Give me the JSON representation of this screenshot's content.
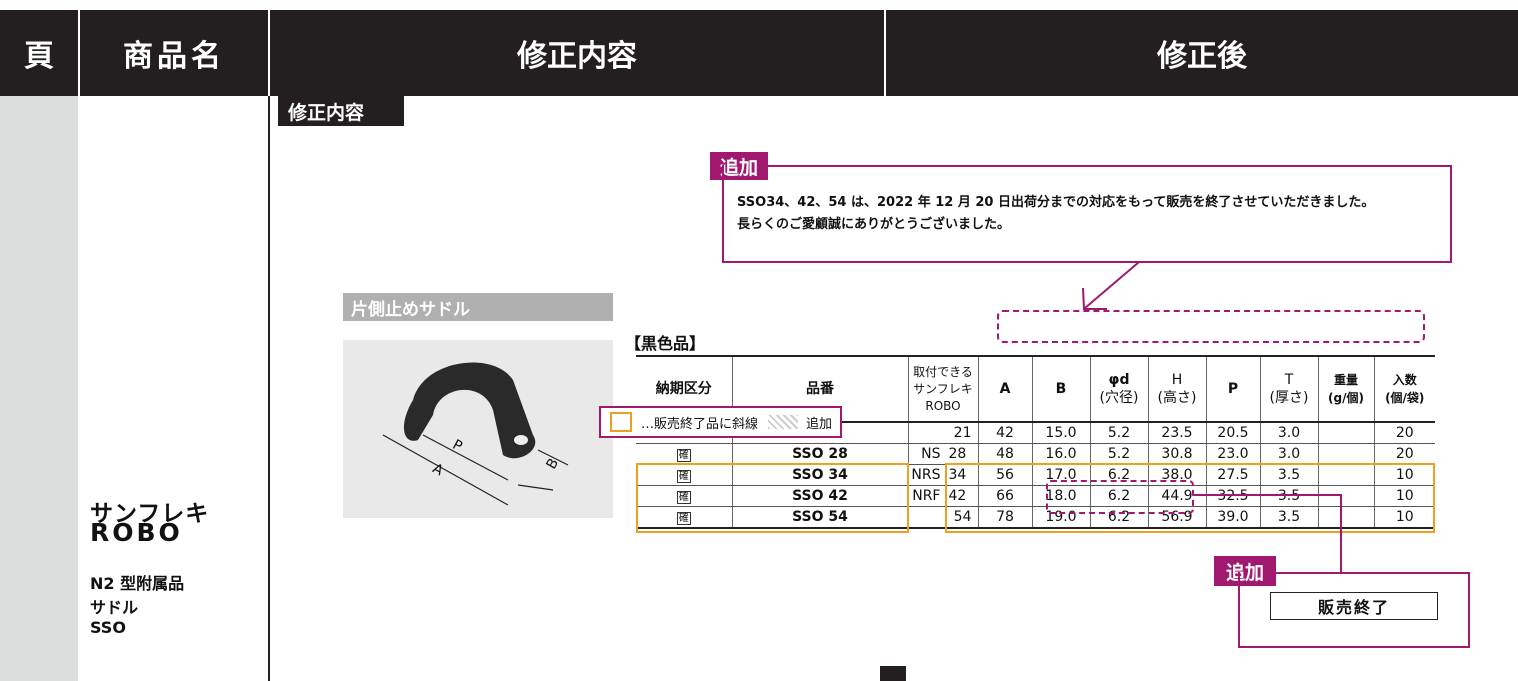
{
  "header": {
    "page": "頁",
    "product_name": "商品名",
    "correction": "修正内容",
    "after": "修正後"
  },
  "left": {
    "brand_kana": "サンフレキ",
    "brand_en": "ROBO",
    "line1": "N2 型附属品",
    "line2": "サドル",
    "line3": "SSO"
  },
  "section_label": "修正内容",
  "add_label": "追加",
  "notice": {
    "line1": "SSO34、42、54 は、2022 年 12 月 20 日出荷分までの対応をもって販売を終了させていただきました。",
    "line2": "長らくのご愛顧誠にありがとうございました。"
  },
  "product_category": "片側止めサドル",
  "diagram_labels": {
    "p": "P",
    "a": "A",
    "b": "B"
  },
  "legend": {
    "text": "…販売終了品に斜線",
    "suffix": "追加"
  },
  "table_title": "【黒色品】",
  "table": {
    "headers": [
      "納期区分",
      "品番",
      "取付できるサンフレキROBO",
      "A",
      "B",
      "φd(穴径)",
      "H(高さ)",
      "P",
      "T(厚さ)",
      "重量(g/個)",
      "入数(個/袋)"
    ],
    "header_lines": {
      "robo": [
        "取付できる",
        "サンフレキ",
        "ROBO"
      ],
      "d": [
        "φd",
        "(穴径)"
      ],
      "h": [
        "H",
        "(高さ)"
      ],
      "t": [
        "T",
        "(厚さ)"
      ],
      "w": [
        "重量",
        "(g/個)"
      ],
      "q": [
        "入数",
        "(個/袋)"
      ]
    },
    "rows": [
      {
        "delivery": "",
        "part": "",
        "series": "",
        "size": "21",
        "a": "42",
        "b": "15.0",
        "d": "5.2",
        "h": "23.5",
        "p": "20.5",
        "t": "3.0",
        "w": "",
        "q": "20"
      },
      {
        "delivery": "確",
        "part": "SSO 28",
        "series": "NS",
        "size": "28",
        "a": "48",
        "b": "16.0",
        "d": "5.2",
        "h": "30.8",
        "p": "23.0",
        "t": "3.0",
        "w": "",
        "q": "20"
      },
      {
        "delivery": "確",
        "part": "SSO 34",
        "series": "NRS",
        "size": "34",
        "a": "56",
        "b": "17.0",
        "d": "6.2",
        "h": "38.0",
        "p": "27.5",
        "t": "3.5",
        "w": "",
        "q": "10"
      },
      {
        "delivery": "確",
        "part": "SSO 42",
        "series": "NRF",
        "size": "42",
        "a": "66",
        "b": "18.0",
        "d": "6.2",
        "h": "44.9",
        "p": "32.5",
        "t": "3.5",
        "w": "",
        "q": "10"
      },
      {
        "delivery": "確",
        "part": "SSO 54",
        "series": "",
        "size": "54",
        "a": "78",
        "b": "19.0",
        "d": "6.2",
        "h": "56.9",
        "p": "39.0",
        "t": "3.5",
        "w": "",
        "q": "10"
      }
    ]
  },
  "discontinued": "販売終了",
  "colors": {
    "dark": "#231f20",
    "magenta": "#a0196e",
    "orange": "#f0a020",
    "gray": "#dcdddd"
  }
}
